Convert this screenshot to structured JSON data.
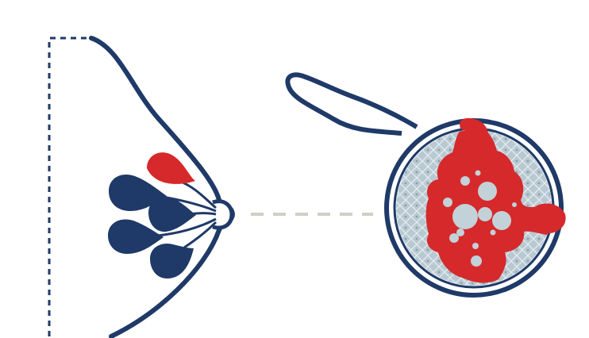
{
  "colors": {
    "background": "#ffffff",
    "outline": "#1f3a68",
    "lobe": "#1f3a68",
    "tumor": "#d6292b",
    "dashed_outline": "#1f3a68",
    "connector": "#cfcfc6",
    "tissue": "#b9c9d2",
    "cell_line": "#e7eef2",
    "spot": "#c3d1d8"
  },
  "elements": {
    "breast_outline": "breast-outline",
    "lobules": [
      "lobule",
      "lobule",
      "lobule",
      "lobule",
      "lobule-tumor"
    ],
    "magnifier": "magnifier",
    "tumor": "tumor-mass"
  }
}
